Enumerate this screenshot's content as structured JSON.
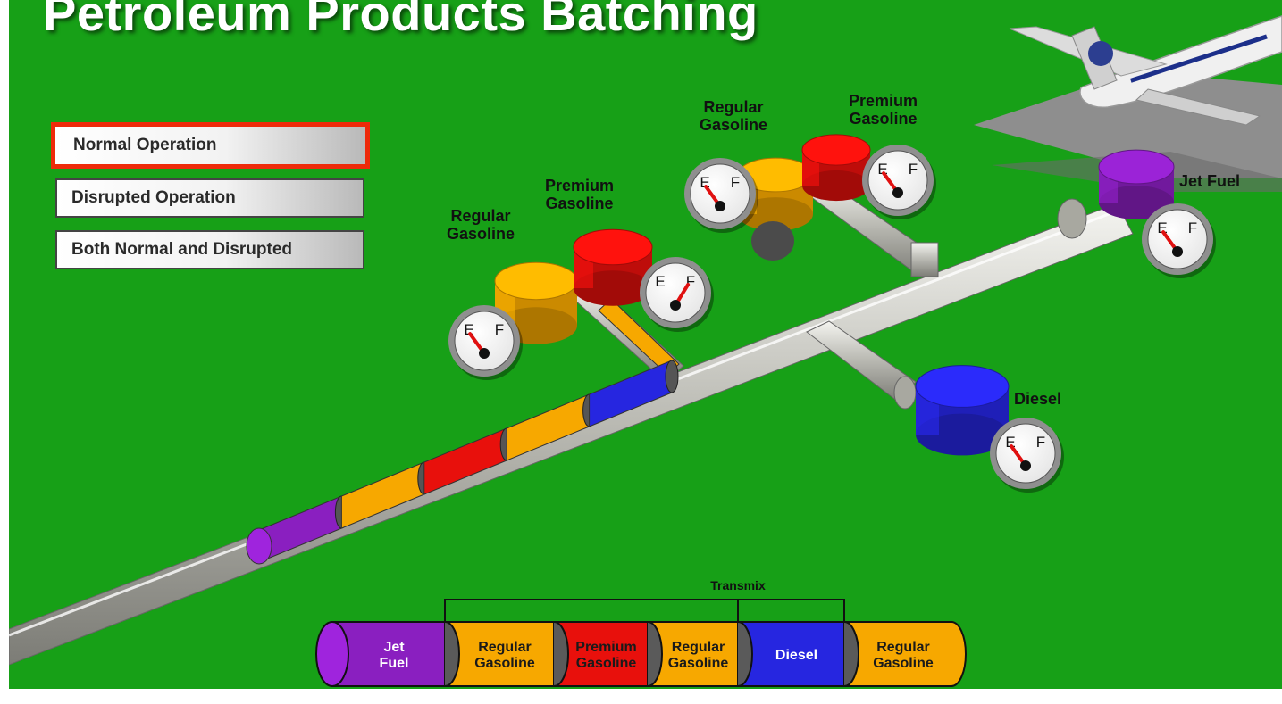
{
  "title": "Petroleum Products Batching",
  "modes": [
    {
      "label": "Normal Operation",
      "active": true
    },
    {
      "label": "Disrupted Operation",
      "active": false
    },
    {
      "label": "Both  Normal and Disrupted",
      "active": false
    }
  ],
  "tanks": [
    {
      "label_lines": [
        "Regular",
        "Gasoline"
      ],
      "color": "#f7a800",
      "gauge": {
        "empty": "E",
        "full": "F",
        "level": 0.1
      }
    },
    {
      "label_lines": [
        "Premium",
        "Gasoline"
      ],
      "color": "#e8100c",
      "gauge": {
        "empty": "E",
        "full": "F",
        "level": 0.85
      }
    },
    {
      "label_lines": [
        "Regular",
        "Gasoline"
      ],
      "color": "#f7a800",
      "gauge": {
        "empty": "E",
        "full": "F",
        "level": 0.1
      }
    },
    {
      "label_lines": [
        "Premium",
        "Gasoline"
      ],
      "color": "#e8100c",
      "gauge": {
        "empty": "E",
        "full": "F",
        "level": 0.1
      }
    },
    {
      "label_lines": [
        "Jet Fuel"
      ],
      "color": "#8a1fc0",
      "gauge": {
        "empty": "E",
        "full": "F",
        "level": 0.1
      }
    },
    {
      "label_lines": [
        "Diesel"
      ],
      "color": "#2626e0",
      "gauge": {
        "empty": "E",
        "full": "F",
        "level": 0.1
      }
    }
  ],
  "pipeline_batches": [
    "Jet Fuel",
    "Regular Gasoline",
    "Premium Gasoline",
    "Regular Gasoline",
    "Diesel"
  ],
  "legend": {
    "transmix_label": "Transmix",
    "segments": [
      {
        "lines": [
          "Jet",
          "Fuel"
        ],
        "color": "#8a1fc0",
        "text_color": "#ffffff"
      },
      {
        "lines": [
          "Regular",
          "Gasoline"
        ],
        "color": "#f7a800",
        "text_color": "#1a1a1a"
      },
      {
        "lines": [
          "Premium",
          "Gasoline"
        ],
        "color": "#e8100c",
        "text_color": "#1a1a1a"
      },
      {
        "lines": [
          "Regular",
          "Gasoline"
        ],
        "color": "#f7a800",
        "text_color": "#1a1a1a"
      },
      {
        "lines": [
          "Diesel"
        ],
        "color": "#2626e0",
        "text_color": "#ffffff"
      },
      {
        "lines": [
          "Regular",
          "Gasoline"
        ],
        "color": "#f7a800",
        "text_color": "#1a1a1a"
      }
    ]
  },
  "colors": {
    "background": "#17a017",
    "active_border": "#ee2a0a",
    "pipe": "#b8b8b0",
    "jet_fuel": "#8a1fc0",
    "regular_gasoline": "#f7a800",
    "premium_gasoline": "#e8100c",
    "diesel": "#2626e0"
  }
}
